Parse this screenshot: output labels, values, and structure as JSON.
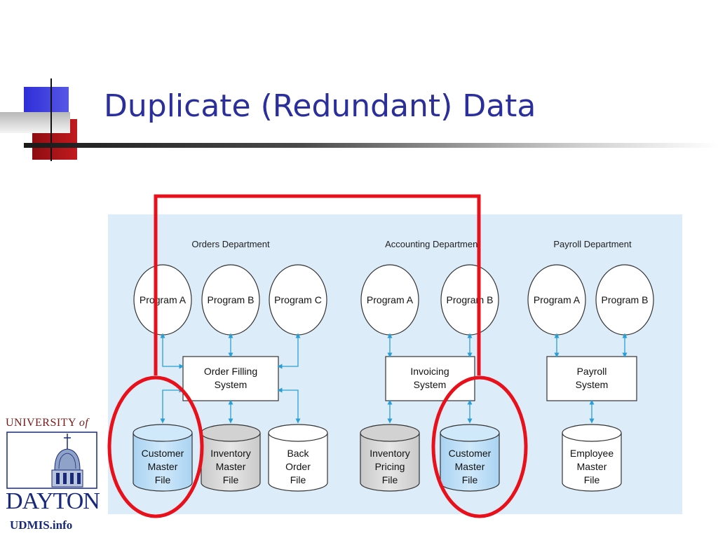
{
  "slide": {
    "title": "Duplicate (Redundant) Data",
    "colors": {
      "title": "#2b2f9c",
      "accent_blue": "#3333cc",
      "accent_red": "#9b0f14",
      "highlight": "#e8101a",
      "panel": "#dcecf8"
    }
  },
  "diagram": {
    "departments": {
      "orders": "Orders Department",
      "accounting": "Accounting Department",
      "payroll": "Payroll Department"
    },
    "programs": {
      "orders_a": "Program A",
      "orders_b": "Program B",
      "orders_c": "Program C",
      "accounting_a": "Program A",
      "accounting_b": "Program B",
      "payroll_a": "Program A",
      "payroll_b": "Program B"
    },
    "systems": {
      "order_filling": [
        "Order Filling",
        "System"
      ],
      "invoicing": [
        "Invoicing",
        "System"
      ],
      "payroll": [
        "Payroll",
        "System"
      ]
    },
    "files": {
      "customer_master_orders": [
        "Customer",
        "Master",
        "File"
      ],
      "inventory_master": [
        "Inventory",
        "Master",
        "File"
      ],
      "back_order": [
        "Back",
        "Order",
        "File"
      ],
      "inventory_pricing": [
        "Inventory",
        "Pricing",
        "File"
      ],
      "customer_master_accounting": [
        "Customer",
        "Master",
        "File"
      ],
      "employee_master": [
        "Employee",
        "Master",
        "File"
      ]
    }
  },
  "logo": {
    "university": "UNIVERSITY",
    "of": "of",
    "name": "DAYTON",
    "site": "UDMIS.info",
    "icon": "chapel-dome-icon"
  }
}
